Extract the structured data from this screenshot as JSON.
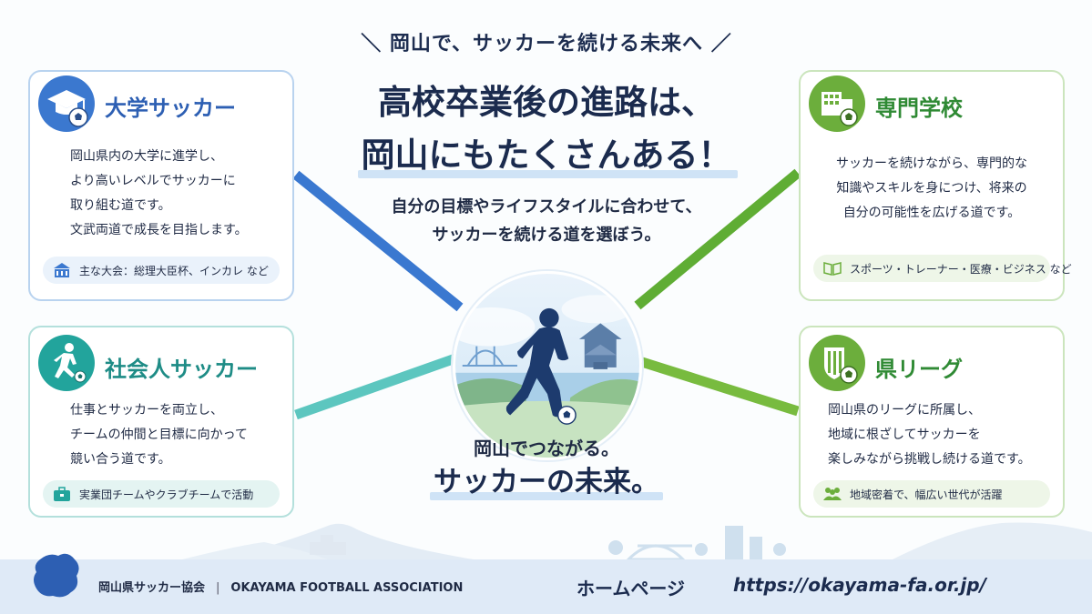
{
  "tagline": "＼ 岡山で、サッカーを続ける未来へ ／",
  "headline": {
    "line1": "高校卒業後の進路は、",
    "line2": "岡山にもたくさんある！"
  },
  "subcopy": {
    "line1": "自分の目標やライフスタイルに合わせて、",
    "line2": "サッカーを続ける道を選ぼう。"
  },
  "slogan": {
    "line1": "岡山でつながる。",
    "line2": "サッカーの未来。"
  },
  "cards": {
    "university": {
      "title": "大学サッカー",
      "icon": "graduation-cap-ball-icon",
      "body": [
        "岡山県内の大学に進学し、",
        "より高いレベルでサッカーに",
        "取り組む道です。",
        "文武両道で成長を目指します。"
      ],
      "pill": "主な大会：総理大臣杯、インカレ など",
      "pill_icon": "university-building-icon",
      "color": "#2d5fb3"
    },
    "adult": {
      "title": "社会人サッカー",
      "icon": "running-player-icon",
      "body": [
        "仕事とサッカーを両立し、",
        "チームの仲間と目標に向かって",
        "競い合う道です。"
      ],
      "pill": "実業団チームやクラブチームで活動",
      "pill_icon": "briefcase-icon",
      "color": "#1e8c86"
    },
    "vocational": {
      "title": "専門学校",
      "icon": "school-building-ball-icon",
      "body": [
        "サッカーを続けながら、専門的な",
        "知識やスキルを身につけ、将来の",
        "自分の可能性を広げる道です。"
      ],
      "pill": "スポーツ・トレーナー・医療・ビジネス など",
      "pill_icon": "open-book-icon",
      "color": "#2f8a34"
    },
    "league": {
      "title": "県リーグ",
      "icon": "shield-ball-icon",
      "body": [
        "岡山県のリーグに所属し、",
        "地域に根ざしてサッカーを",
        "楽しみながら挑戦し続ける道です。"
      ],
      "pill": "地域密着で、幅広い世代が活躍",
      "pill_icon": "people-group-icon",
      "color": "#2f8a34"
    }
  },
  "footer": {
    "org_ja": "岡山県サッカー協会",
    "separator": "|",
    "org_en": "OKAYAMA FOOTBALL ASSOCIATION",
    "homepage_label": "ホームページ",
    "url": "https://okayama-fa.or.jp/"
  },
  "colors": {
    "navy": "#1b2b4e",
    "blue": "#2d5fb3",
    "teal": "#1e8c86",
    "green": "#2f8a34",
    "footer_bg": "#dfeaf7"
  }
}
